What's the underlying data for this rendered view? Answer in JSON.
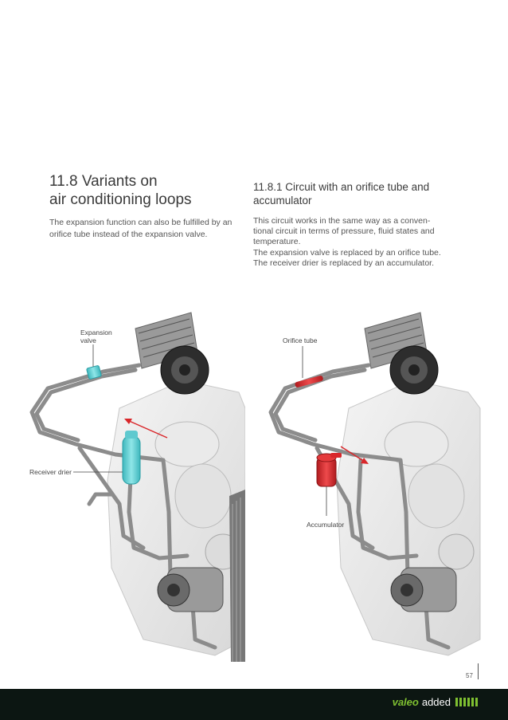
{
  "left": {
    "heading": "11.8 Variants on air conditioning loops",
    "heading_line1": "11.8 Variants on",
    "heading_line2": "air conditioning loops",
    "body_line1": "The expansion function can also be fulfilled by an",
    "body_line2": "orifice tube instead of the expansion valve."
  },
  "right": {
    "heading_line1": "11.8.1 Circuit with an orifice tube and",
    "heading_line2": "accumulator",
    "body_lines": [
      "This circuit works in the same way as a conven-",
      "tional circuit in terms of pressure, fluid states and",
      "temperature.",
      "The expansion valve is replaced by an orifice tube.",
      "The receiver drier is replaced by an accumulator."
    ]
  },
  "figure_left": {
    "label_expansion_line1": "Expansion",
    "label_expansion_line2": "valve",
    "label_receiver": "Receiver drier",
    "component_color": "#5fd0d4",
    "arrow_color": "#d9262a"
  },
  "figure_right": {
    "label_orifice": "Orifice tube",
    "label_accumulator": "Accumulator",
    "component_color": "#d9262a"
  },
  "page_number": "57",
  "footer": {
    "brand": "valeo",
    "tagline": "added",
    "brand_color": "#7fc031",
    "background": "#0c1612"
  }
}
